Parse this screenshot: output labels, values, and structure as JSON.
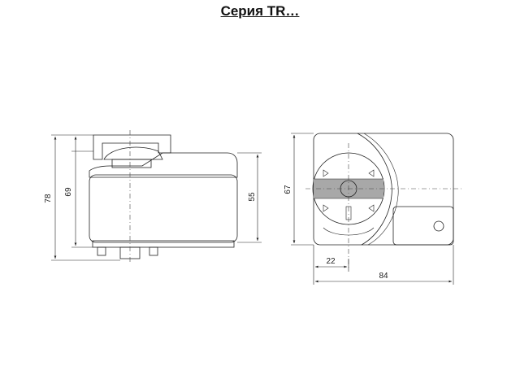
{
  "title": "Серия TR…",
  "dimensions": {
    "side_height_total": "78",
    "side_height_body": "69",
    "side_height_housing": "55",
    "front_height": "67",
    "front_offset_width": "22",
    "front_total_width": "84"
  },
  "colors": {
    "housing_fill": "#c8c8c8",
    "band_fill": "#a8a8a8",
    "line": "#222222"
  }
}
